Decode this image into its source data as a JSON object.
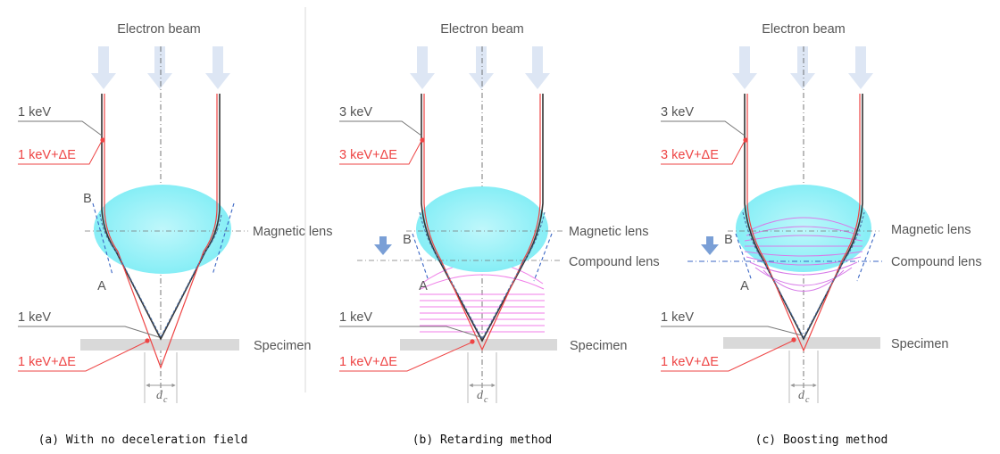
{
  "panels": [
    {
      "beam_label": "Electron beam",
      "upper_energy": "1 keV",
      "upper_energy_delta": "1 keV+ΔE",
      "point_b": "B",
      "point_a": "A",
      "lens_label": "Magnetic lens",
      "lower_energy": "1 keV",
      "specimen_label": "Specimen",
      "lower_energy_delta": "1 keV+ΔE",
      "dc_main": "d",
      "dc_sub": "c",
      "caption": "(a) With no deceleration field"
    },
    {
      "beam_label": "Electron beam",
      "upper_energy": "3 keV",
      "upper_energy_delta": "3 keV+ΔE",
      "point_b": "B",
      "point_a": "A",
      "lens_label": "Magnetic lens",
      "compound_label": "Compound lens",
      "lower_energy": "1 keV",
      "specimen_label": "Specimen",
      "lower_energy_delta": "1 keV+ΔE",
      "dc_main": "d",
      "dc_sub": "c",
      "caption": "(b) Retarding method"
    },
    {
      "beam_label": "Electron beam",
      "upper_energy": "3 keV",
      "upper_energy_delta": "3 keV+ΔE",
      "point_b": "B",
      "point_a": "A",
      "lens_label": "Magnetic lens",
      "compound_label": "Compound lens",
      "lower_energy": "1 keV",
      "specimen_label": "Specimen",
      "lower_energy_delta": "1 keV+ΔE",
      "dc_main": "d",
      "dc_sub": "c",
      "caption": "(c) Boosting method"
    }
  ],
  "colors": {
    "beam_arrow": "#dde6f4",
    "lens_fill": "#9ff1f7",
    "field_line": "#f07ee8",
    "ray_dark": "#333333",
    "ray_red": "#ee4444",
    "ray_blue": "#4a6fa5",
    "specimen": "#d9d9d9"
  }
}
